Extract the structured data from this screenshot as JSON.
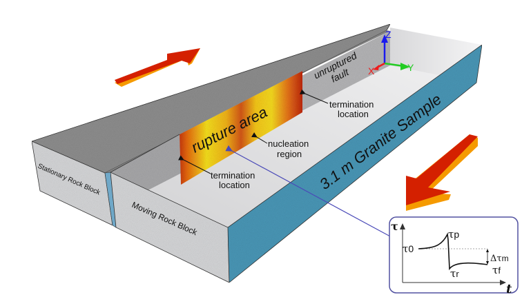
{
  "labels": {
    "rupture_area": "rupture area",
    "unruptured_fault_line1": "unruptured",
    "unruptured_fault_line2": "fault",
    "termination_right_line1": "termination",
    "termination_right_line2": "location",
    "termination_left_line1": "termination",
    "termination_left_line2": "location",
    "nucleation_line1": "nucleation",
    "nucleation_line2": "region",
    "sample": "3.1 m Granite Sample",
    "stationary_block": "Stationary Rock Block",
    "moving_block": "Moving Rock Block"
  },
  "axes": {
    "x": "X",
    "y": "Y",
    "z": "Z",
    "colors": {
      "x": "#ee1c1c",
      "y": "#22cc22",
      "z": "#1a1aee"
    }
  },
  "inset": {
    "y_axis": "τ",
    "x_axis": "t",
    "tau0": "τ",
    "tau0_sub": "0",
    "taup": "τ",
    "taup_sub": "p",
    "taur": "τ",
    "taur_sub": "r",
    "tauf": "τ",
    "tauf_sub": "f",
    "delta": "Δτ",
    "delta_sub": "m",
    "border_color": "#5050a0"
  },
  "colors": {
    "arrow_top": "#d42000",
    "arrow_side": "#f59a00",
    "granite_blue": "#4a98b8",
    "rock_gray": "#8f8f8f",
    "rupture_yellow": "#f5d21a",
    "rupture_red": "#c83a10"
  }
}
